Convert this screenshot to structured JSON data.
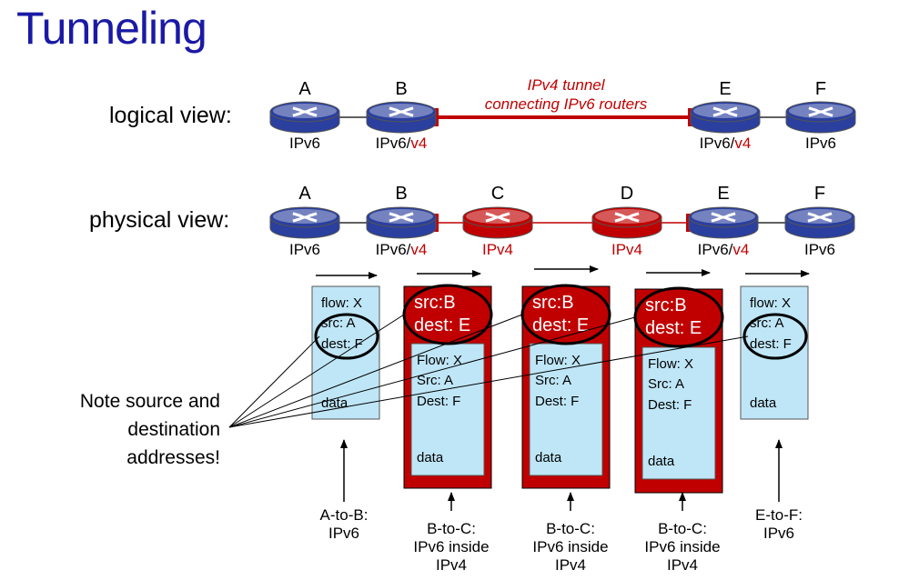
{
  "title": "Tunneling",
  "logical": {
    "label": "logical view:",
    "tunnel_label": [
      "IPv4 tunnel",
      "connecting IPv6 routers"
    ],
    "routers": [
      {
        "id": "A",
        "type": [
          "IPv6"
        ]
      },
      {
        "id": "B",
        "type": [
          "IPv6/",
          "v4"
        ]
      },
      {
        "id": "E",
        "type": [
          "IPv6/",
          "v4"
        ]
      },
      {
        "id": "F",
        "type": [
          "IPv6"
        ]
      }
    ]
  },
  "physical": {
    "label": "physical view:",
    "routers": [
      {
        "id": "A",
        "type": [
          "IPv6"
        ]
      },
      {
        "id": "B",
        "type": [
          "IPv6/",
          "v4"
        ]
      },
      {
        "id": "C",
        "type": [
          "IPv4"
        ]
      },
      {
        "id": "D",
        "type": [
          "IPv4"
        ]
      },
      {
        "id": "E",
        "type": [
          "IPv6/",
          "v4"
        ]
      },
      {
        "id": "F",
        "type": [
          "IPv6"
        ]
      }
    ]
  },
  "packets": [
    {
      "outer": null,
      "inner": [
        "flow: X",
        "src: A",
        "dest: F"
      ],
      "data": "data",
      "caption": [
        "A-to-B:",
        "IPv6"
      ]
    },
    {
      "outer": [
        "src:B",
        "dest: E"
      ],
      "inner": [
        "Flow: X",
        "Src: A",
        "Dest: F"
      ],
      "data": "data",
      "caption": [
        "B-to-C:",
        "IPv6 inside",
        "IPv4"
      ]
    },
    {
      "outer": [
        "src:B",
        "dest: E"
      ],
      "inner": [
        "Flow: X",
        "Src: A",
        "Dest: F"
      ],
      "data": "data",
      "caption": [
        "B-to-C:",
        "IPv6 inside",
        "IPv4"
      ]
    },
    {
      "outer": [
        "src:B",
        "dest: E"
      ],
      "inner": [
        "Flow: X",
        "Src: A",
        "Dest: F"
      ],
      "data": "data",
      "caption": [
        "B-to-C:",
        "IPv6 inside",
        "IPv4"
      ]
    },
    {
      "outer": null,
      "inner": [
        "flow: X",
        "src: A",
        "dest: F"
      ],
      "data": "data",
      "caption": [
        "E-to-F:",
        "IPv6"
      ]
    }
  ],
  "note": [
    "Note source and",
    "destination",
    "addresses!"
  ],
  "colors": {
    "title": "#1a1aa6",
    "ipv4": "#c00000",
    "ipv6_router": "#2a3f9e",
    "packet": "#bfe6f7"
  }
}
